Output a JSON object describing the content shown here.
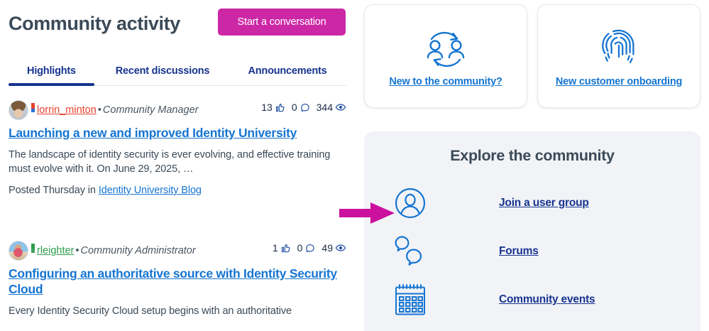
{
  "header": {
    "title": "Community activity",
    "start_conversation_label": "Start a conversation"
  },
  "tabs": [
    {
      "label": "Highlights",
      "active": true
    },
    {
      "label": "Recent discussions",
      "active": false
    },
    {
      "label": "Announcements",
      "active": false
    }
  ],
  "posts": [
    {
      "author": "lorrin_minton",
      "author_color": "#e8412e",
      "separator": "•",
      "role": "Community Manager",
      "likes": "13",
      "comments": "0",
      "views": "344",
      "title": "Launching a new and improved Identity University",
      "excerpt": "The landscape of identity security is ever evolving, and effective training must evolve with it. On June 29, 2025, …",
      "footer_prefix": "Posted Thursday in",
      "footer_link": "Identity University Blog"
    },
    {
      "author": "rleighter",
      "author_color": "#2e9e4f",
      "separator": "•",
      "role": "Community Administrator",
      "likes": "1",
      "comments": "0",
      "views": "49",
      "title": "Configuring an authoritative source with Identity Security Cloud",
      "excerpt": "Every Identity Security Cloud setup begins with an authoritative",
      "footer_prefix": "",
      "footer_link": ""
    }
  ],
  "quick_cards": [
    {
      "icon": "people-exchange-icon",
      "label": "New to the community?"
    },
    {
      "icon": "fingerprint-icon",
      "label": "New customer onboarding"
    }
  ],
  "explore": {
    "title": "Explore the community",
    "items": [
      {
        "icon": "user-circle-icon",
        "label": "Join a user group"
      },
      {
        "icon": "speech-bubbles-icon",
        "label": "Forums"
      },
      {
        "icon": "calendar-icon",
        "label": "Community events"
      }
    ]
  },
  "annotation": {
    "type": "arrow-right",
    "color": "#cc109e",
    "points_at": "Join a user group"
  },
  "colors": {
    "brand_magenta": "#cc28a6",
    "link_blue": "#1675d1",
    "nav_blue": "#17348e",
    "text_slate": "#3b4a57",
    "panel_bg": "#f1f3f7"
  }
}
